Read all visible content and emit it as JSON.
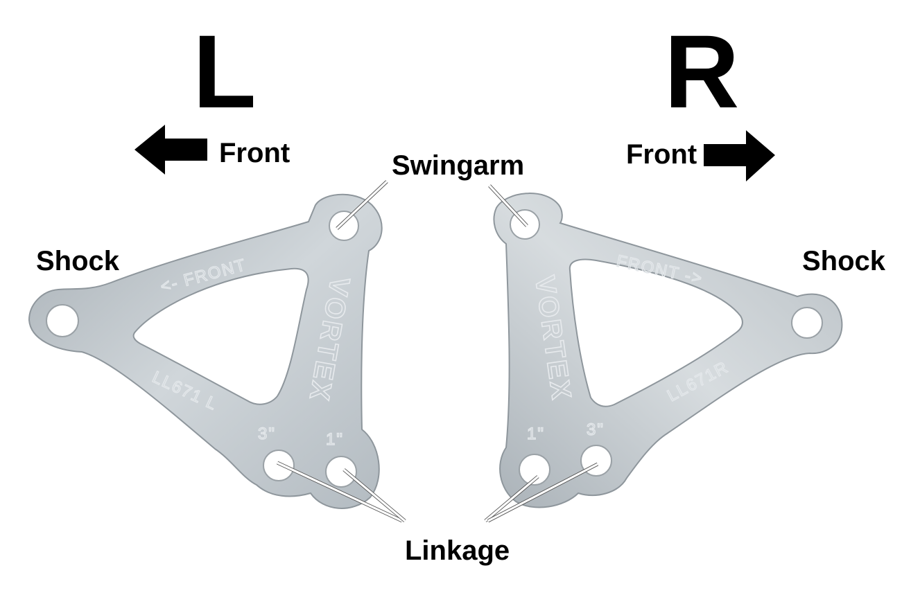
{
  "left": {
    "side": "L",
    "front_label": "Front",
    "shock_label": "Shock",
    "engraving_front": "<- FRONT",
    "engraving_part": "LL671 L",
    "hole_mark_a": "3\"",
    "hole_mark_b": "1\"",
    "logo": "VORTEX"
  },
  "right": {
    "side": "R",
    "front_label": "Front",
    "shock_label": "Shock",
    "engraving_front": "FRONT ->",
    "engraving_part": "LL671R",
    "hole_mark_a": "1\"",
    "hole_mark_b": "3\"",
    "logo": "VORTEX"
  },
  "labels": {
    "swingarm": "Swingarm",
    "linkage": "Linkage"
  },
  "colors": {
    "metal_light": "#d6dbdf",
    "metal_dark": "#a9b1b7",
    "ink": "#000000"
  }
}
